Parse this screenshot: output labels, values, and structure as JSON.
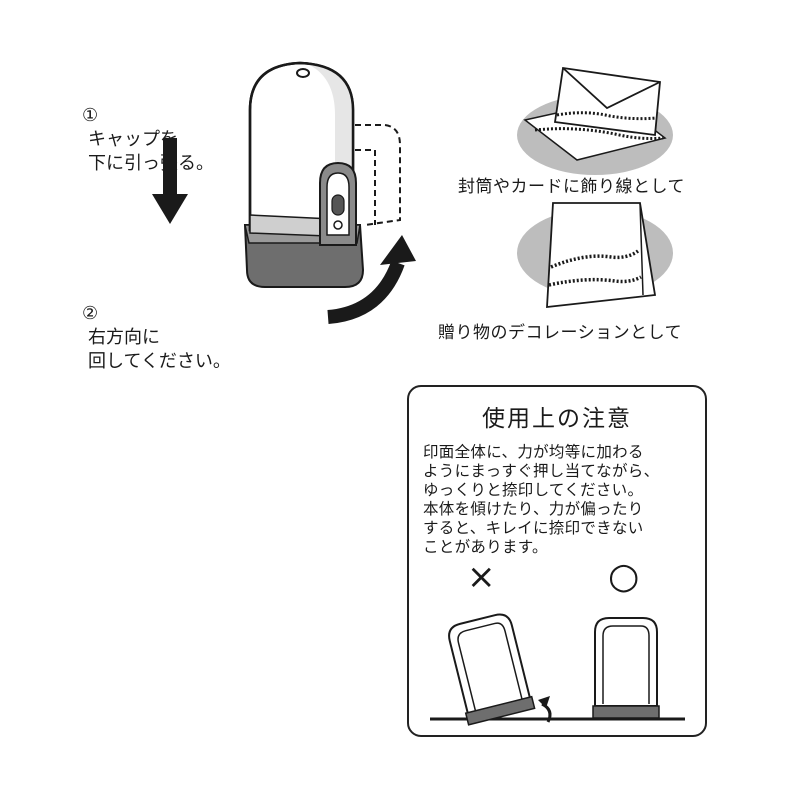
{
  "steps": [
    {
      "number": "①",
      "text": "キャップを\n下に引っ張る。"
    },
    {
      "number": "②",
      "text": "右方向に\n回してください。"
    }
  ],
  "uses": [
    {
      "caption": "封筒やカードに飾り線として"
    },
    {
      "caption": "贈り物のデコレーションとして"
    }
  ],
  "notice": {
    "title": "使用上の注意",
    "body": "印面全体に、力が均等に加わる\nようにまっすぐ押し当てながら、\nゆっくりと捺印してください。\n本体を傾けたり、力が偏ったり\nすると、キレイに捺印できない\nことがあります。",
    "wrong_mark": "×",
    "right_mark": "○"
  },
  "colors": {
    "ink": "#1a1a1a",
    "oval_gray": "#bdbdbd",
    "base_gray": "#777777"
  }
}
